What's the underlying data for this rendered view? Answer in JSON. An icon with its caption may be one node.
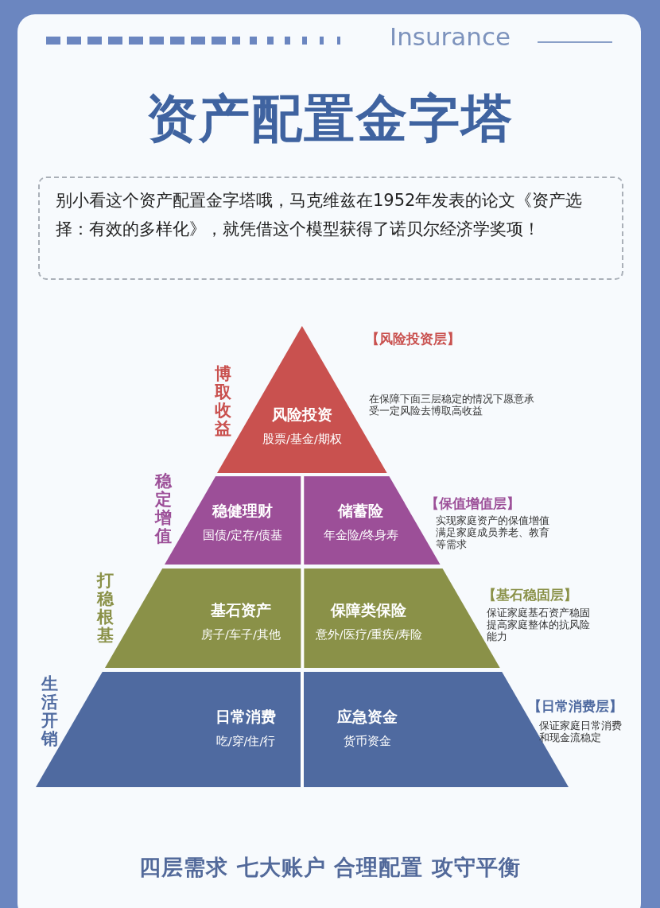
{
  "diagram": {
    "title": "资产配置金字塔",
    "nodes": [
      {
        "text": [
          "博取收益"
        ],
        "beside": [
          "【风险投资层】",
          "在保障下面三层稳定的情况下愿意承受一定风险去博取高收益"
        ]
      },
      {
        "text": [
          "风险投资",
          "股票/基金/期权"
        ],
        "in": 0
      },
      {
        "text": [
          "稳定增值"
        ],
        "beside": [
          "【保值增值层】",
          "实现家庭资产的保值增值满足家庭成员养老、教育等需求"
        ]
      },
      {
        "text": [
          "稳健理财",
          "国债/定存/债基"
        ],
        "in": 2
      },
      {
        "text": [
          "储蓄险",
          "年金险/终身寿"
        ],
        "in": 2
      },
      {
        "text": [
          "打稳根基"
        ],
        "beside": [
          "【基石稳固层】",
          "保证家庭基石资产稳固提高家庭整体的抗风险能力"
        ]
      },
      {
        "text": [
          "基石资产",
          "房子/车子/其他"
        ],
        "in": 5
      },
      {
        "text": [
          "保障类保险",
          "意外/医疗/重疾/寿险"
        ],
        "in": 5
      },
      {
        "text": [
          "生活开销"
        ],
        "beside": [
          "【日常消费层】",
          "保证家庭日常消费和现金流稳定"
        ]
      },
      {
        "text": [
          "日常消费",
          "吃/穿/住/行"
        ],
        "in": 8
      },
      {
        "text": [
          "应急资金",
          "货币资金"
        ],
        "in": 8
      }
    ],
    "labels": [
      "Insurance",
      "别小看这个资产配置金字塔哦，马克维兹在1952年发表的论文《资产选择：有效的多样化》，就凭借这个模型获得了诺贝尔经济学奖项！"
    ],
    "caption": "四层需求 七大账户 合理配置 攻守平衡"
  }
}
